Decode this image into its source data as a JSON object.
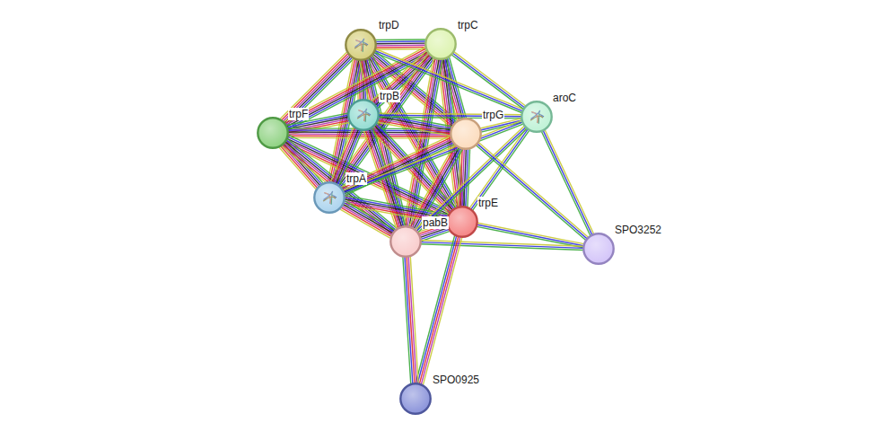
{
  "diagram": {
    "nodes": [
      {
        "text": [
          "trpD"
        ]
      },
      {
        "text": [
          "trpC"
        ]
      },
      {
        "text": [
          "trpF"
        ]
      },
      {
        "text": [
          "trpB"
        ]
      },
      {
        "text": [
          "trpG"
        ]
      },
      {
        "text": [
          "aroC"
        ]
      },
      {
        "text": [
          "trpA"
        ]
      },
      {
        "text": [
          "trpE"
        ]
      },
      {
        "text": [
          "pabB"
        ]
      },
      {
        "text": [
          "SPO3252"
        ]
      },
      {
        "text": [
          "SPO0925"
        ]
      }
    ],
    "edges": [
      {
        "from": 0,
        "to": 1,
        "arrow": "none"
      },
      {
        "from": 0,
        "to": 2,
        "arrow": "none"
      },
      {
        "from": 0,
        "to": 3,
        "arrow": "none"
      },
      {
        "from": 0,
        "to": 4,
        "arrow": "none"
      },
      {
        "from": 0,
        "to": 6,
        "arrow": "none"
      },
      {
        "from": 0,
        "to": 7,
        "arrow": "none"
      },
      {
        "from": 0,
        "to": 8,
        "arrow": "none"
      },
      {
        "from": 1,
        "to": 2,
        "arrow": "none"
      },
      {
        "from": 1,
        "to": 3,
        "arrow": "none"
      },
      {
        "from": 1,
        "to": 4,
        "arrow": "none"
      },
      {
        "from": 1,
        "to": 6,
        "arrow": "none"
      },
      {
        "from": 1,
        "to": 7,
        "arrow": "none"
      },
      {
        "from": 1,
        "to": 8,
        "arrow": "none"
      },
      {
        "from": 2,
        "to": 3,
        "arrow": "none"
      },
      {
        "from": 2,
        "to": 4,
        "arrow": "none"
      },
      {
        "from": 2,
        "to": 6,
        "arrow": "none"
      },
      {
        "from": 2,
        "to": 7,
        "arrow": "none"
      },
      {
        "from": 2,
        "to": 8,
        "arrow": "none"
      },
      {
        "from": 3,
        "to": 4,
        "arrow": "none"
      },
      {
        "from": 3,
        "to": 6,
        "arrow": "none"
      },
      {
        "from": 3,
        "to": 7,
        "arrow": "none"
      },
      {
        "from": 3,
        "to": 8,
        "arrow": "none"
      },
      {
        "from": 4,
        "to": 6,
        "arrow": "none"
      },
      {
        "from": 4,
        "to": 7,
        "arrow": "none"
      },
      {
        "from": 4,
        "to": 8,
        "arrow": "none"
      },
      {
        "from": 6,
        "to": 7,
        "arrow": "none"
      },
      {
        "from": 6,
        "to": 8,
        "arrow": "none"
      },
      {
        "from": 7,
        "to": 8,
        "arrow": "none"
      },
      {
        "from": 5,
        "to": 0,
        "arrow": "none"
      },
      {
        "from": 5,
        "to": 1,
        "arrow": "none"
      },
      {
        "from": 5,
        "to": 3,
        "arrow": "none"
      },
      {
        "from": 5,
        "to": 4,
        "arrow": "none"
      },
      {
        "from": 5,
        "to": 6,
        "arrow": "none"
      },
      {
        "from": 5,
        "to": 7,
        "arrow": "none"
      },
      {
        "from": 5,
        "to": 8,
        "arrow": "none"
      },
      {
        "from": 9,
        "to": 4,
        "arrow": "none"
      },
      {
        "from": 9,
        "to": 5,
        "arrow": "none"
      },
      {
        "from": 9,
        "to": 7,
        "arrow": "none"
      },
      {
        "from": 9,
        "to": 8,
        "arrow": "none"
      },
      {
        "from": 10,
        "to": 7,
        "arrow": "none"
      },
      {
        "from": 10,
        "to": 8,
        "arrow": "none"
      }
    ]
  }
}
